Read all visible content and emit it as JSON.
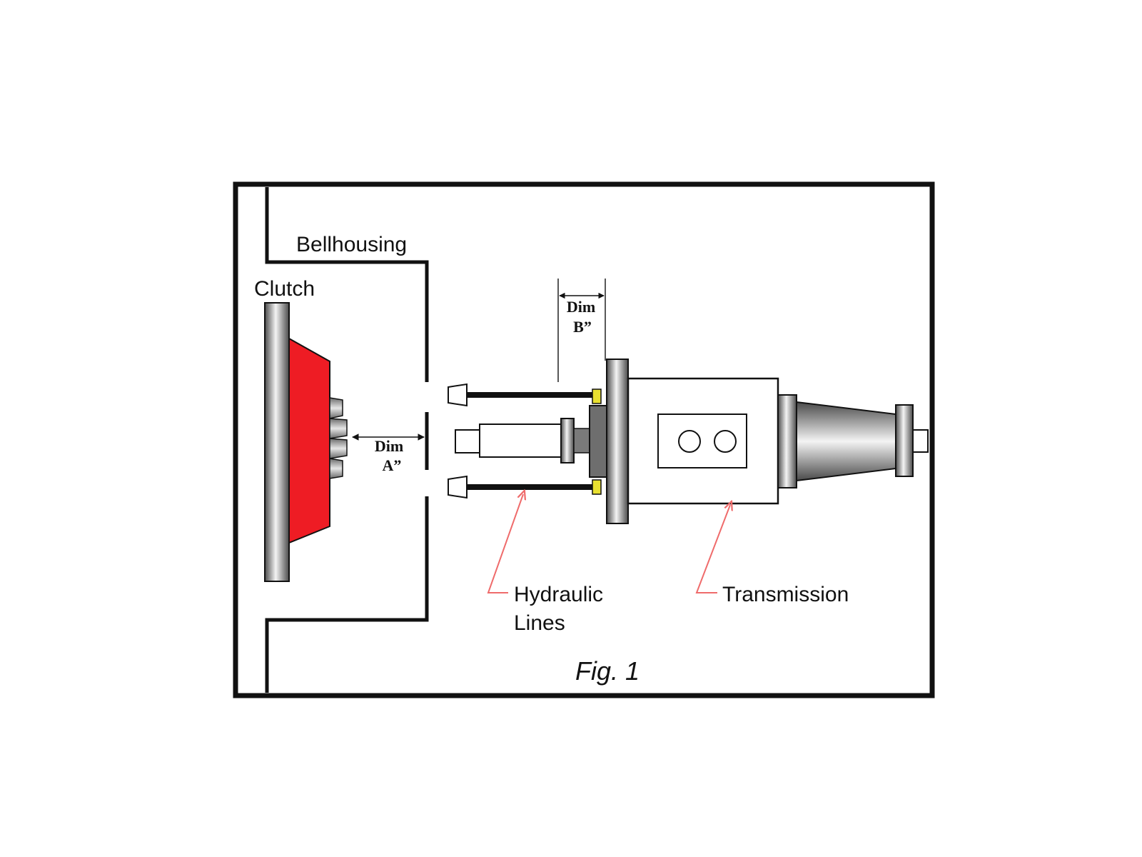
{
  "labels": {
    "bellhousing": "Bellhousing",
    "clutch": "Clutch",
    "dim_a_line1": "Dim",
    "dim_a_line2": "A”",
    "dim_b_line1": "Dim",
    "dim_b_line2": "B”",
    "hydraulic_line1": "Hydraulic",
    "hydraulic_line2": "Lines",
    "transmission": "Transmission",
    "figure_caption": "Fig. 1"
  },
  "colors": {
    "outline": "#111111",
    "clutch_disc": "#ee1c24",
    "bearing_ring": "#e8e030",
    "callout_arrow": "#ef6b6b",
    "metal_dark": "#555555",
    "metal_light": "#f2f2f2"
  }
}
